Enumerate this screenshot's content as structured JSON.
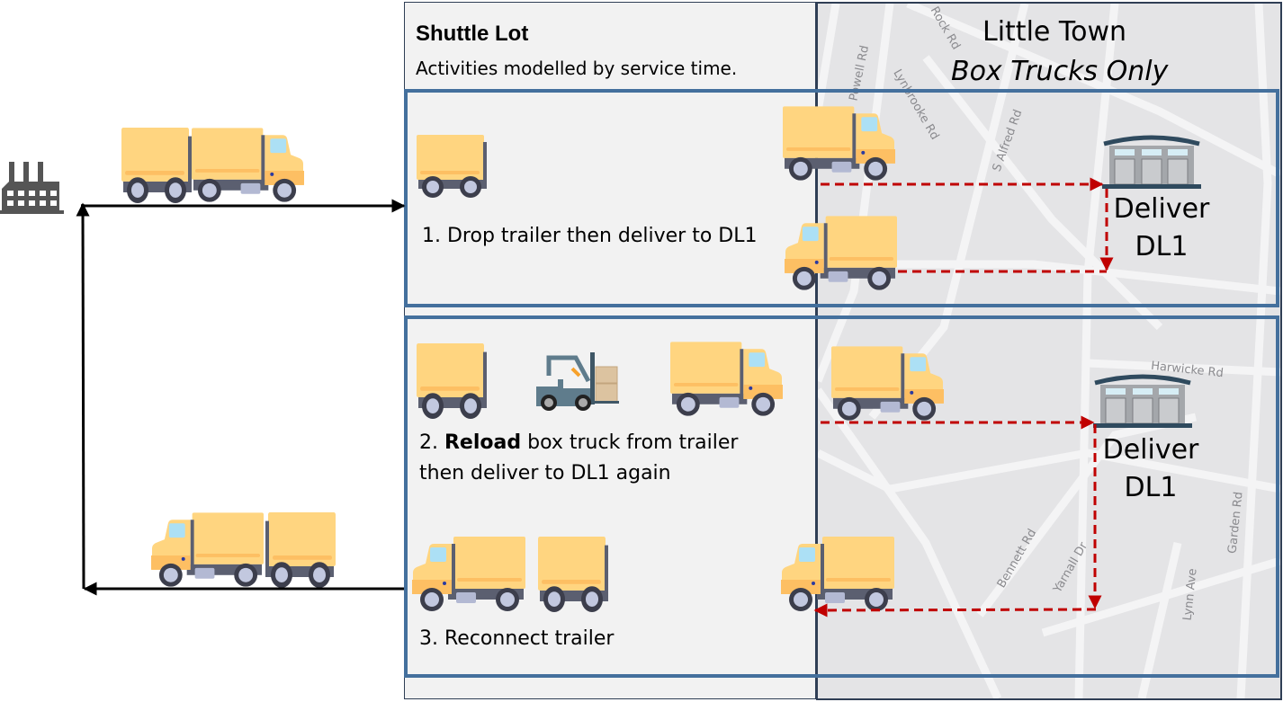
{
  "shuttle_lot": {
    "title": "Shuttle Lot",
    "subtitle": "Activities modelled by service time."
  },
  "little_town": {
    "title": "Little Town",
    "subtitle": "Box Trucks Only",
    "map_road_labels": [
      "Rock Rd",
      "Powell Rd",
      "Lynbrooke Rd",
      "S Alfred Rd",
      "Harwicke Rd",
      "Bennett Rd",
      "Yarnall Dr",
      "Lynn Ave",
      "Garden Rd"
    ]
  },
  "steps": {
    "step1": "1. Drop trailer then deliver to DL1",
    "step2_prefix": "2. ",
    "step2_bold": "Reload",
    "step2_rest": " box truck from trailer",
    "step2_line2": "then deliver to DL1 again",
    "step3": "3. Reconnect trailer"
  },
  "delivery_location": {
    "line1": "Deliver",
    "line2": "DL1"
  },
  "colors": {
    "box_border": "#44709d",
    "route_dashed": "#c00000",
    "truck_body": "#ffd580",
    "truck_chassis": "#5b5f70",
    "lot_background": "#f2f2f2",
    "map_background": "#e4e4e6"
  },
  "icons": [
    "factory-icon",
    "box-truck-icon",
    "trailer-icon",
    "forklift-icon",
    "warehouse-icon"
  ]
}
